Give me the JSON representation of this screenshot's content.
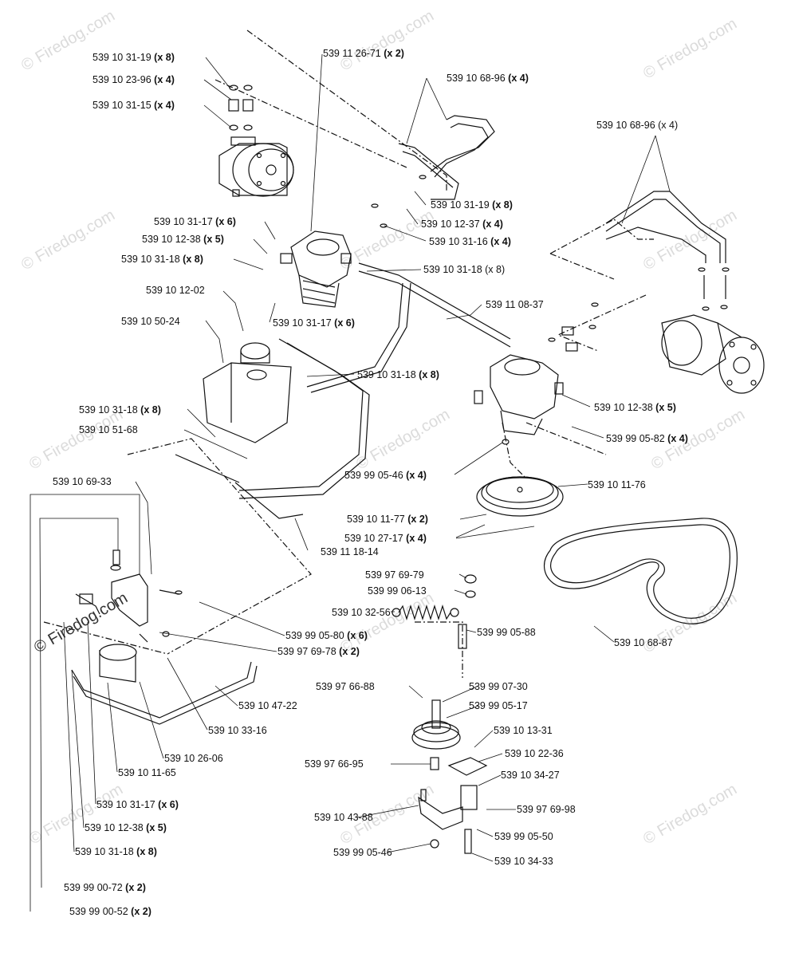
{
  "watermarks": {
    "faint": "© Firedog.com",
    "strong": "© Firedog.com"
  },
  "labels": [
    {
      "part": "539 10 31-19",
      "qty": "(x 8)"
    },
    {
      "part": "539 10 23-96",
      "qty": "(x 4)"
    },
    {
      "part": "539 10 31-15",
      "qty": "(x 4)"
    },
    {
      "part": "539 11 26-71",
      "qty": "(x 2)"
    },
    {
      "part": "539 10 68-96",
      "qty": "(x 4)"
    },
    {
      "part": "539 10 68-96 (x 4)",
      "qty": ""
    },
    {
      "part": "539 10 31-19",
      "qty": "(x 8)"
    },
    {
      "part": "539 10 12-37",
      "qty": "(x 4)"
    },
    {
      "part": "539 10 31-16",
      "qty": "(x 4)"
    },
    {
      "part": "539 10 31-17",
      "qty": "(x 6)"
    },
    {
      "part": "539 10 12-38",
      "qty": "(x 5)"
    },
    {
      "part": "539 10 31-18",
      "qty": "(x 8)"
    },
    {
      "part": "539 10 31-18 (x 8)",
      "qty": ""
    },
    {
      "part": "539 10 12-02",
      "qty": ""
    },
    {
      "part": "539 11 08-37",
      "qty": ""
    },
    {
      "part": "539 10 50-24",
      "qty": ""
    },
    {
      "part": "539 10 31-17",
      "qty": "(x 6)"
    },
    {
      "part": "539 10 31-18",
      "qty": "(x 8)"
    },
    {
      "part": "539 10 31-18",
      "qty": "(x 8)"
    },
    {
      "part": "539 10 12-38",
      "qty": "(x 5)"
    },
    {
      "part": "539 10 51-68",
      "qty": ""
    },
    {
      "part": "539 99 05-82",
      "qty": "(x 4)"
    },
    {
      "part": "539 99 05-46",
      "qty": "(x 4)"
    },
    {
      "part": "539 10 69-33",
      "qty": ""
    },
    {
      "part": "539 10 11-76",
      "qty": ""
    },
    {
      "part": "539 10 11-77",
      "qty": "(x 2)"
    },
    {
      "part": "539 10 27-17",
      "qty": "(x 4)"
    },
    {
      "part": "539 11 18-14",
      "qty": ""
    },
    {
      "part": "539 97 69-79",
      "qty": ""
    },
    {
      "part": "539 99 06-13",
      "qty": ""
    },
    {
      "part": "539 10 32-56",
      "qty": ""
    },
    {
      "part": "539 99 05-80",
      "qty": "(x 6)"
    },
    {
      "part": "539 99 05-88",
      "qty": ""
    },
    {
      "part": "539 97 69-78",
      "qty": "(x 2)"
    },
    {
      "part": "539 10 68-87",
      "qty": ""
    },
    {
      "part": "539 97 66-88",
      "qty": ""
    },
    {
      "part": "539 99 07-30",
      "qty": ""
    },
    {
      "part": "539 10 47-22",
      "qty": ""
    },
    {
      "part": "539 99 05-17",
      "qty": ""
    },
    {
      "part": "539 10 33-16",
      "qty": ""
    },
    {
      "part": "539 10 13-31",
      "qty": ""
    },
    {
      "part": "539 10 26-06",
      "qty": ""
    },
    {
      "part": "539 10 22-36",
      "qty": ""
    },
    {
      "part": "539 97 66-95",
      "qty": ""
    },
    {
      "part": "539 10 11-65",
      "qty": ""
    },
    {
      "part": "539 10 34-27",
      "qty": ""
    },
    {
      "part": "539 10 31-17",
      "qty": "(x 6)"
    },
    {
      "part": "539 10 43-88",
      "qty": ""
    },
    {
      "part": "539 97 69-98",
      "qty": ""
    },
    {
      "part": "539 10 12-38",
      "qty": "(x 5)"
    },
    {
      "part": "539 99 05-50",
      "qty": ""
    },
    {
      "part": "539 10 31-18",
      "qty": "(x 8)"
    },
    {
      "part": "539 99 05-46",
      "qty": ""
    },
    {
      "part": "539 10 34-33",
      "qty": ""
    },
    {
      "part": "539 99 00-72",
      "qty": "(x 2)"
    },
    {
      "part": "539 99 00-52",
      "qty": "(x 2)"
    }
  ]
}
